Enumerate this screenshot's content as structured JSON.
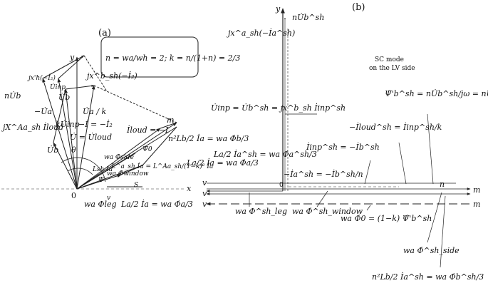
{
  "panel_a": {
    "label": "(a)",
    "formula": "n = wa/wh = 2;  k = n/(1+n) = 2/3",
    "axis_x": "x",
    "axis_y": "y",
    "origin": "0",
    "pt_m": "m",
    "pt_s": "S",
    "pt_v": "v",
    "theta": "θ",
    "psi": "Ψ",
    "labels": {
      "jxh_minus_i": "jx'h(−İ₂)",
      "u_inp_top": "U̇inp",
      "jxh_b_minus_i2": "jx^b_sh(−İ₂)",
      "n_ub": "nU̇b",
      "ub_top": "U̇b",
      "ua_over_k": "U̇a / k",
      "minus_ua": "−U̇a",
      "jx_aa_loud": "jX^Aa_sh İloud",
      "k_u_inp": "kU̇inp",
      "minus_i_eq": "−İ = −İ₂",
      "u_eq_uloud": "U̇ = U̇loud",
      "i_loud": "İloud = −İ",
      "ub_low": "U̇b",
      "w_phi_side": "wa Φ̇side",
      "w_phi_window": "wa Φ̇window",
      "w_phi0": "Ψ̇0",
      "la_ia": "Lsh Ia",
      "n2lb_eq": "n²Lb/2 İa = wa Φ̇b/3",
      "big_frac": "L^a_sh İa = L^Aa_sh/(1−k)² İa",
      "la2_eq": "La/2 İa = wa Φ̇a/3",
      "w_phi_leg": "wa Φleg",
      "la2_bottom": "La/2 İa = wa Φ̇a/3"
    }
  },
  "panel_b": {
    "label": "(b)",
    "axis_y": "y",
    "origin": "0",
    "mode_line1": "SC mode",
    "mode_line2": "on the LV side",
    "labels": {
      "n_ub_sh": "nU̇b^sh",
      "jx_a_sh": "jx^a_sh(−İa^sh)",
      "u_inp_eq": "U̇inp = U̇b^sh = jx^b_sh İinp^sh",
      "psi_b_eq": "Ψ̇'b^sh = nU̇b^sh/jω = nU̇inp/jω",
      "i_inp_eq": "İinp^sh = −İb^sh",
      "i_loud_eq": "−İloud^sh = İinp^sh/k",
      "ia_sh_eq": "−İa^sh = −İb^sh/n",
      "la2_sh": "La/2 İa^sh = wa Φ̇a^sh/3",
      "w_phi_leg_sh": "wa Φ^sh_leg",
      "w_phi_window_sh": "wa Φ̇^sh_window",
      "w_phi0_eq": "wa Φ̇0 = (1−k) Ψ̇'b^sh",
      "w_phi_side_sh": "wa Φ̇^sh_side",
      "n2lb_sh": "n²Lb/2 İa^sh = wa Φ̇b^sh/3",
      "pt_n": "n",
      "pt_m": "m",
      "pt_v": "v"
    }
  }
}
